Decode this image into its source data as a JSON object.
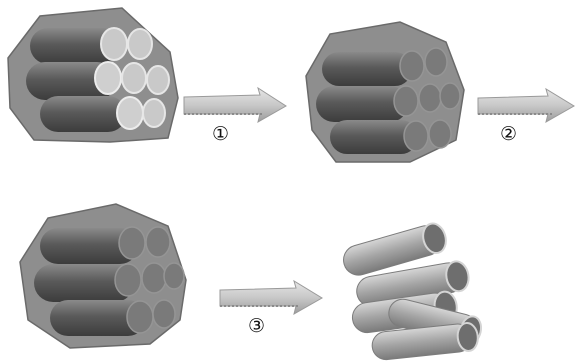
{
  "steps": [
    {
      "label": "①"
    },
    {
      "label": "②"
    },
    {
      "label": "③"
    }
  ],
  "colors": {
    "casing": "#8c8c8c",
    "casing_dark": "#6e6e6e",
    "rod_body": "#5f5f5f",
    "rod_end": "#bdbdbd",
    "rod_rim": "#d9d9d9",
    "arrow": "#c4c4c4",
    "arrow_tip": "#9a9a9a",
    "loose_rod": "#a7a7a7",
    "loose_end": "#d0d0d0"
  }
}
